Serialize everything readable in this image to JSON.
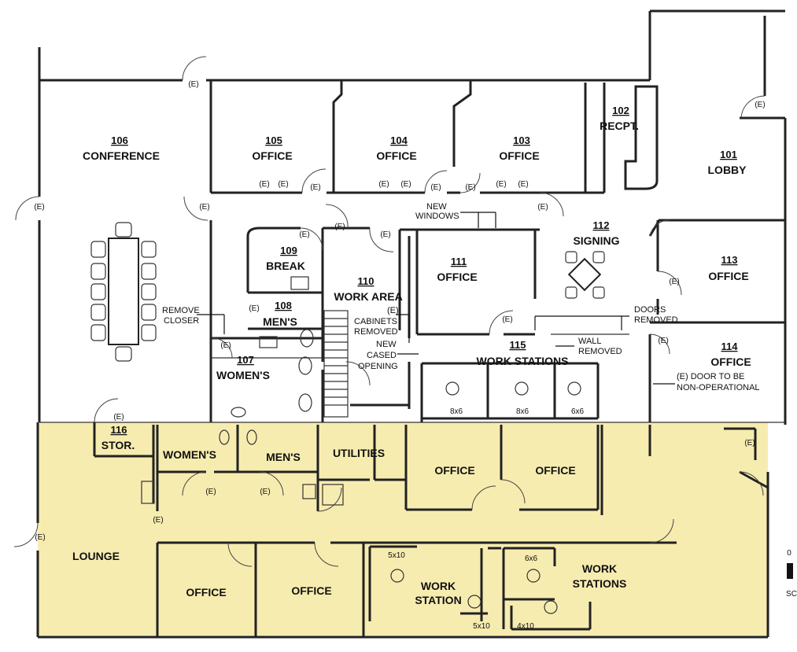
{
  "colors": {
    "shade": "#f7ecb0",
    "wall": "#222222"
  },
  "rooms": {
    "r101": {
      "num": "101",
      "name": "LOBBY"
    },
    "r102": {
      "num": "102",
      "name": "RECPT."
    },
    "r103": {
      "num": "103",
      "name": "OFFICE"
    },
    "r104": {
      "num": "104",
      "name": "OFFICE"
    },
    "r105": {
      "num": "105",
      "name": "OFFICE"
    },
    "r106": {
      "num": "106",
      "name": "CONFERENCE"
    },
    "r107": {
      "num": "107",
      "name": "WOMEN'S"
    },
    "r108": {
      "num": "108",
      "name": "MEN'S"
    },
    "r109": {
      "num": "109",
      "name": "BREAK"
    },
    "r110": {
      "num": "110",
      "name": "WORK AREA"
    },
    "r111": {
      "num": "111",
      "name": "OFFICE"
    },
    "r112": {
      "num": "112",
      "name": "SIGNING"
    },
    "r113": {
      "num": "113",
      "name": "OFFICE"
    },
    "r114": {
      "num": "114",
      "name": "OFFICE"
    },
    "r115": {
      "num": "115",
      "name": "WORK STATIONS"
    },
    "r116": {
      "num": "116",
      "name": "STOR."
    }
  },
  "lower": {
    "womens": "WOMEN'S",
    "mens": "MEN'S",
    "utilities": "UTILITIES",
    "office1": "OFFICE",
    "office2": "OFFICE",
    "lounge": "LOUNGE",
    "office3": "OFFICE",
    "office4": "OFFICE",
    "workstation1": "WORK",
    "workstation2": "STATION",
    "workstations1": "WORK",
    "workstations2": "STATIONS"
  },
  "notes": {
    "new_windows_1": "NEW",
    "new_windows_2": "WINDOWS",
    "remove_closer_1": "REMOVE",
    "remove_closer_2": "CLOSER",
    "cabinets_1": "(E)",
    "cabinets_2": "CABINETS",
    "cabinets_3": "REMOVED",
    "cased_1": "NEW",
    "cased_2": "CASED",
    "cased_3": "OPENING",
    "doors_1": "DOORS",
    "doors_2": "REMOVED",
    "wall_1": "WALL",
    "wall_2": "REMOVED",
    "door_op_1": "(E) DOOR TO BE",
    "door_op_2": "NON-OPERATIONAL"
  },
  "workstation_sizes": {
    "s1": "8x6",
    "s2": "8x6",
    "s3": "6x6",
    "s4": "5x10",
    "s5": "5x10",
    "s6": "6x6",
    "s7": "4x10"
  },
  "existing_tag": "(E)",
  "scale": {
    "zero": "0",
    "label": "SC"
  }
}
